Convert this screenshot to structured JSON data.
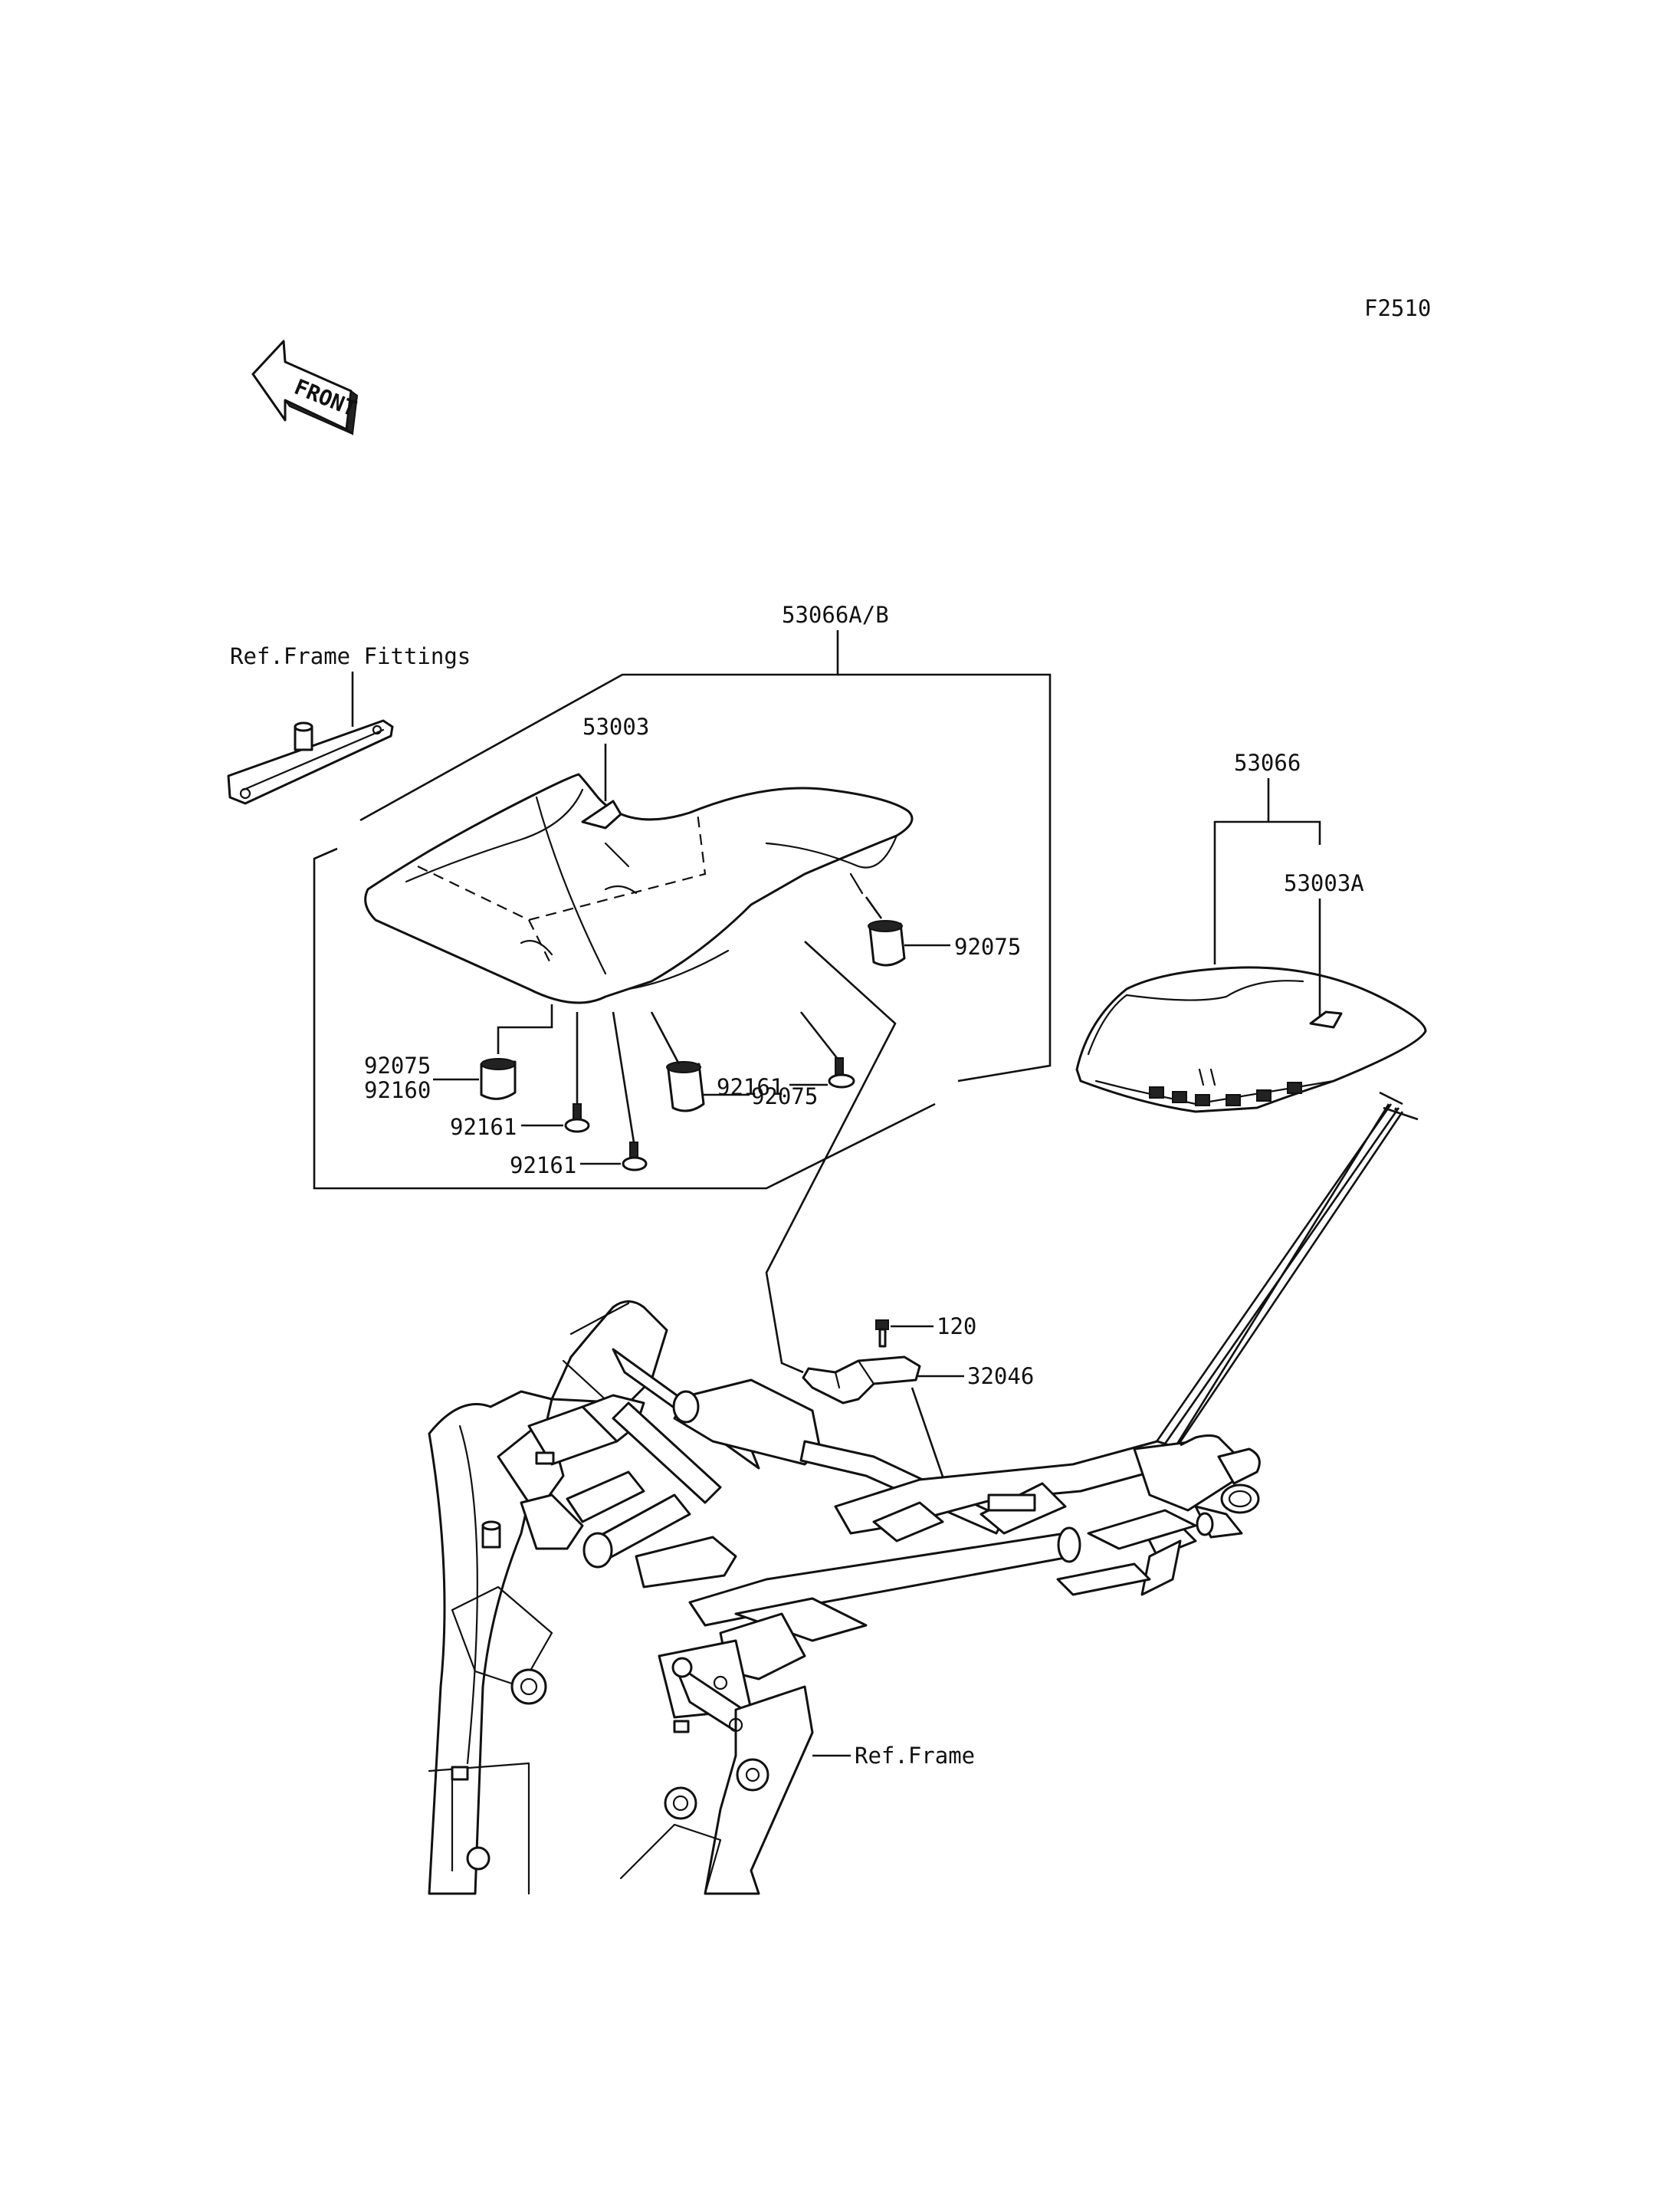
{
  "figure_code": "F2510",
  "front_arrow_text": "FRONT",
  "callouts": {
    "ref_frame_fittings": "Ref.Frame Fittings",
    "seat_assy_ab": "53066A/B",
    "seat_pad_front": "53003",
    "seat_rear": "53066",
    "seat_pad_rear": "53003A",
    "damper_right": "92075",
    "bolt_right": "92161",
    "damper_center": "92075",
    "damper_left": "92075",
    "collar_left": "92160",
    "bolt_left": "92161",
    "bolt_bottom": "92161",
    "bolt_120": "120",
    "bracket": "32046",
    "ref_frame": "Ref.Frame"
  }
}
